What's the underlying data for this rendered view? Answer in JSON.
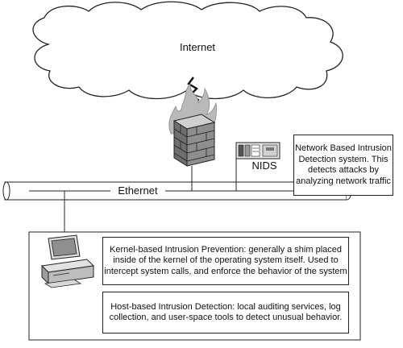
{
  "diagram": {
    "cloud": {
      "label": "Internet"
    },
    "nids": {
      "label": "NIDS"
    },
    "nids_note": {
      "text": "Network Based Intrusion Detection system. This detects attacks by analyzing network traffic"
    },
    "ethernet": {
      "label": "Ethernet"
    },
    "host": {
      "kernel_box": {
        "text": "Kernel-based Intrusion Prevention: generally a shim placed inside of the kernel of the operating system itself. Used to intercept system calls, and enforce the behavior of the system"
      },
      "hids_box": {
        "text": "Host-based Intrusion Detection: local auditing services, log collection, and user-space tools to detect unusual behavior."
      }
    },
    "icons": [
      "cloud-icon",
      "lightning-bolt-icon",
      "firewall-icon",
      "nids-appliance-icon",
      "workstation-icon"
    ],
    "colors": {
      "line": "#222222",
      "fill": "#ffffff",
      "grey": "#9a9a9a"
    }
  }
}
